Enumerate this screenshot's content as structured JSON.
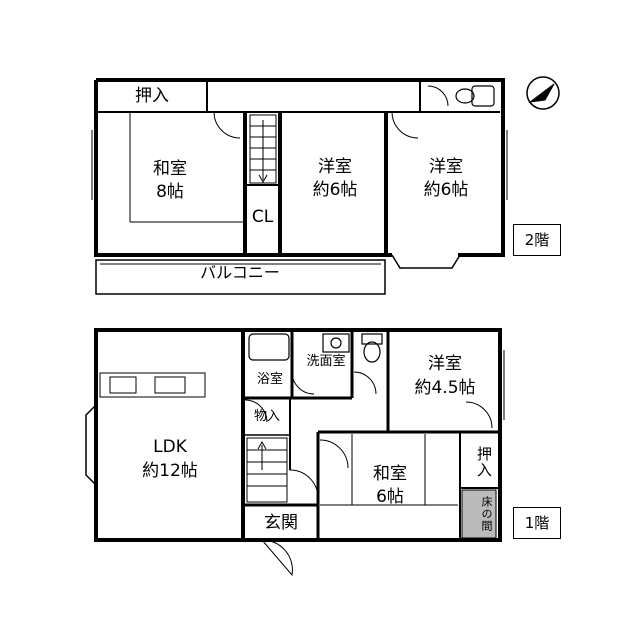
{
  "floor2": {
    "tag": "2階",
    "rooms": {
      "oshiire_top": "押入",
      "washitsu8": {
        "name": "和室",
        "size": "8帖"
      },
      "youshitsu_a": {
        "name": "洋室",
        "size": "約6帖"
      },
      "youshitsu_b": {
        "name": "洋室",
        "size": "約6帖"
      },
      "closet": "CL",
      "balcony": "バルコニー"
    }
  },
  "floor1": {
    "tag": "1階",
    "rooms": {
      "ldk": {
        "name": "LDK",
        "size": "約12帖"
      },
      "bath": "浴室",
      "senmen": "洗面室",
      "monoire": "物入",
      "youshitsu45": {
        "name": "洋室",
        "size": "約4.5帖"
      },
      "oshiire_right": "押入",
      "washitsu6": {
        "name": "和室",
        "size": "6帖"
      },
      "tokonoma": "床の間",
      "genkan": "玄関"
    }
  },
  "compass": {
    "icon": "north-arrow-icon"
  }
}
